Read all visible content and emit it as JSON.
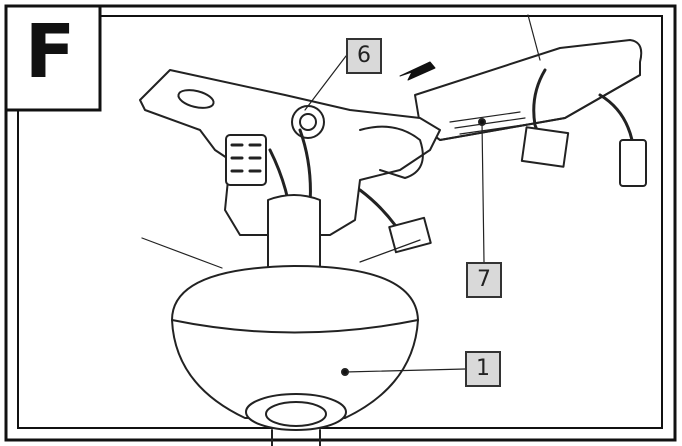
{
  "step": {
    "letter": "F"
  },
  "callouts": [
    {
      "id": "6"
    },
    {
      "id": "7"
    },
    {
      "id": "1"
    }
  ]
}
